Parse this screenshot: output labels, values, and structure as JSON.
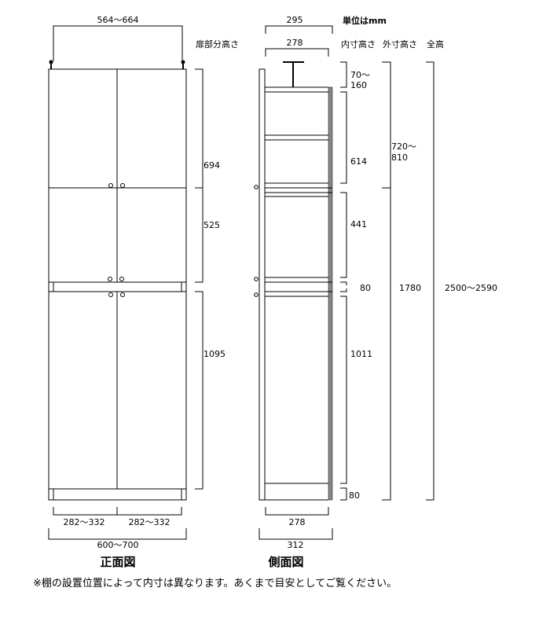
{
  "unit_label": "単位はmm",
  "headers": {
    "door_height": "扉部分高さ",
    "inner_height": "内寸高さ",
    "outer_height": "外寸高さ",
    "total_height": "全高"
  },
  "front": {
    "title": "正面図",
    "top_width": "564～664",
    "door_heights": [
      "694",
      "525",
      "1095"
    ],
    "door_widths": [
      "282～332",
      "282～332"
    ],
    "total_width": "600～700"
  },
  "side": {
    "title": "側面図",
    "top_depth_outer": "295",
    "top_depth_inner": "278",
    "inner_heights": {
      "top_a": "70～",
      "top_b": "160",
      "upper": "614",
      "middle": "441",
      "gap": "80",
      "lower": "1011",
      "plinth": "80"
    },
    "outer_heights": {
      "upper_a": "720～",
      "upper_b": "810",
      "lower": "1780"
    },
    "total_height": "2500～2590",
    "bottom_depth_inner": "278",
    "bottom_depth_outer": "312"
  },
  "note": "※棚の設置位置によって内寸は異なります。あくまで目安としてご覧ください。"
}
